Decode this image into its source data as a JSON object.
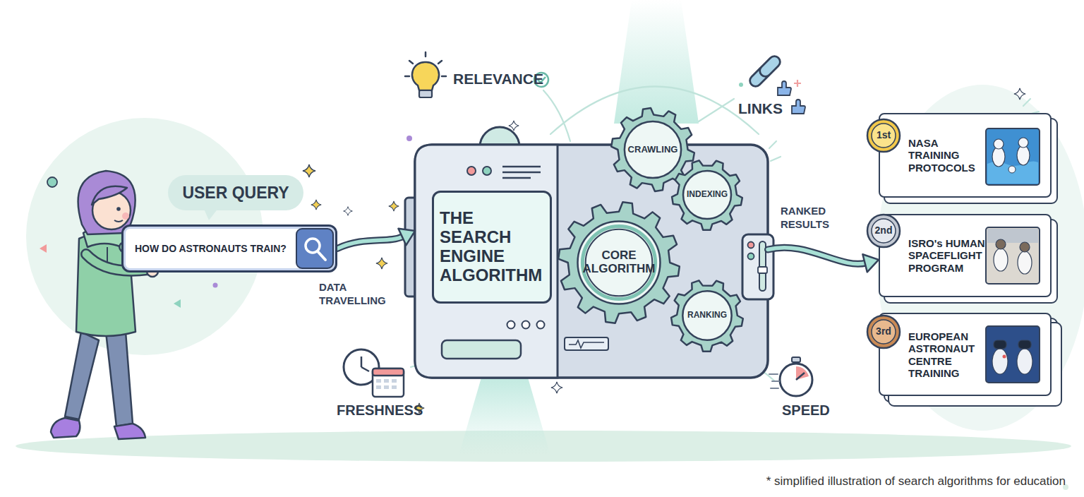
{
  "diagram": {
    "caption": "* simplified illustration of search algorithms for education",
    "nodes": [
      {
        "text": [
          "USER QUERY"
        ]
      },
      {
        "text": [
          "HOW DO ASTRONAUTS TRAIN?"
        ]
      },
      {
        "text": [
          "THE SEARCH ENGINE ALGORITHM"
        ]
      },
      {
        "text": [
          "CRAWLING"
        ],
        "in": 2
      },
      {
        "text": [
          "INDEXING"
        ],
        "in": 2
      },
      {
        "text": [
          "CORE ALGORITHM"
        ],
        "in": 2
      },
      {
        "text": [
          "RANKING"
        ],
        "in": 2
      },
      {
        "text": [
          "NASA TRAINING PROTOCOLS"
        ]
      },
      {
        "text": [
          "1st"
        ],
        "in": 7
      },
      {
        "text": [
          "ISRO's HUMAN SPACEFLIGHT PROGRAM"
        ]
      },
      {
        "text": [
          "2nd"
        ],
        "in": 9
      },
      {
        "text": [
          "EUROPEAN ASTRONAUT CENTRE TRAINING"
        ]
      },
      {
        "text": [
          "3rd"
        ],
        "in": 11
      }
    ],
    "edges": [
      {
        "from": 1,
        "to": 2,
        "arrow": "to",
        "label": "DATA TRAVELLING"
      },
      {
        "from": 2,
        "to": 9,
        "arrow": "to",
        "label": "RANKED RESULTS"
      }
    ],
    "labels": [
      "RELEVANCE",
      "LINKS",
      "FRESHNESS",
      "SPEED"
    ]
  }
}
